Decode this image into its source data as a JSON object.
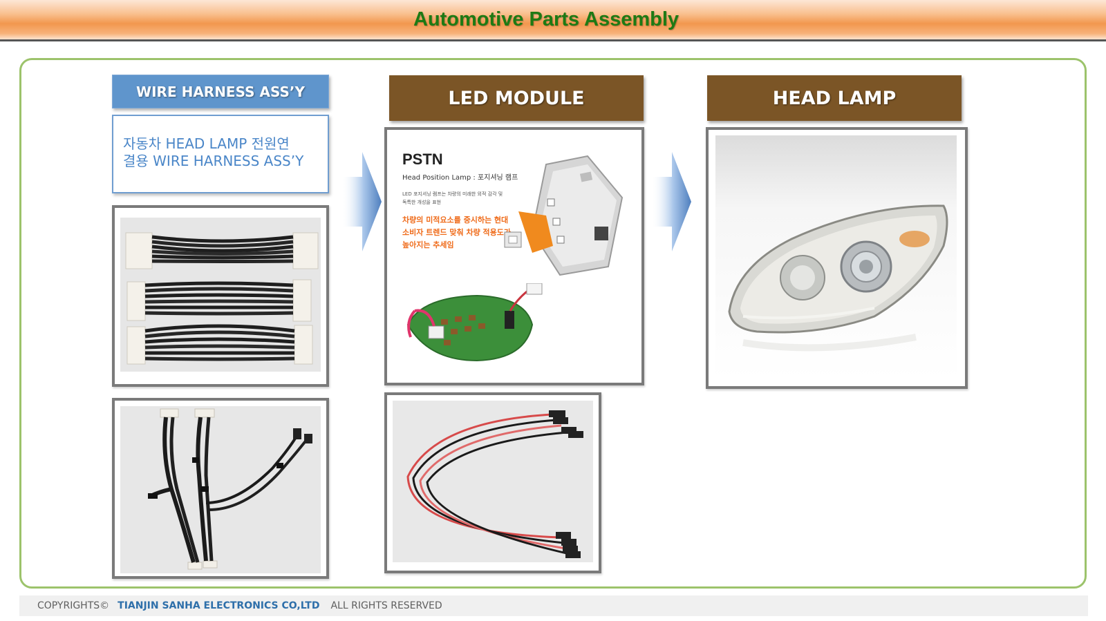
{
  "header": {
    "title": "Automotive Parts Assembly"
  },
  "sections": {
    "wire_harness": {
      "label": "WIRE HARNESS ASS’Y",
      "description_line1": "자동차 HEAD LAMP 전원연",
      "description_line2": "결용  WIRE HARNESS ASS’Y"
    },
    "led_module": {
      "label": "LED MODULE",
      "brochure": {
        "heading": "PSTN",
        "subheading": "Head Position Lamp : 포지셔닝 램프",
        "note_line1": "LED 포지셔닝 램프는 차량의 미래한 외적 감각 및",
        "note_line2": "독특한 개성을 표현",
        "highlight_line1": "차량의 미적요소를 중시하는 현대",
        "highlight_line2": "소비자 트렌드 맞춰 차량 적용도가",
        "highlight_line3": "높아지는 추세임"
      }
    },
    "head_lamp": {
      "label": "HEAD LAMP"
    }
  },
  "footer": {
    "copyright": "COPYRIGHTS©",
    "company": "TIANJIN SANHA ELECTRONICS CO,LTD",
    "rights": "ALL RIGHTS RESERVED"
  },
  "colors": {
    "title_text": "#1e7a14",
    "frame_border": "#9cc36b",
    "label_blue": "#5f95cc",
    "label_brown": "#7b5526",
    "description_text": "#4a86c8",
    "footer_company": "#2e6faa"
  }
}
